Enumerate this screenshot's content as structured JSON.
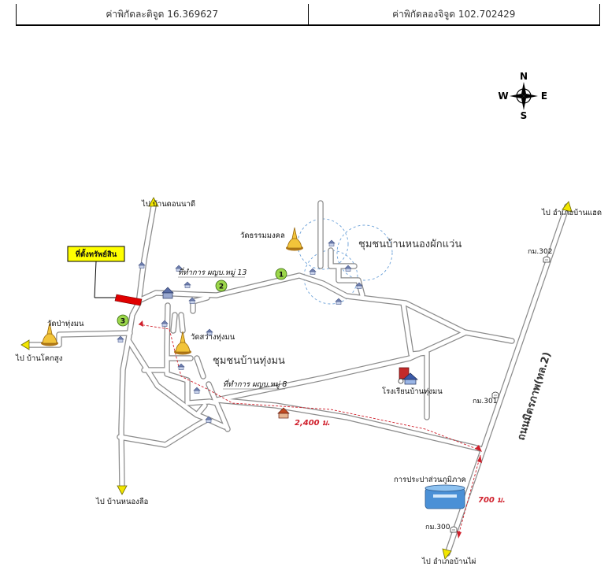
{
  "coordinates": {
    "latitude": "ค่าพิกัดละติจูด 16.369627",
    "longitude": "ค่าพิกัดลองจิจูด 102.702429"
  },
  "compass": {
    "n": "N",
    "s": "S",
    "e": "E",
    "w": "W"
  },
  "property_label": "ที่ตั้งทรัพย์สิน",
  "destinations": {
    "to_ban_don_na_di": "ไป บ้านดอนนาดี",
    "to_ban_khok_sung": "ไป บ้านโคกสูง",
    "to_ban_nong_lue": "ไป บ้านหนองลือ",
    "to_amphoe_ban_haet": "ไป อำเภอบ้านแฮด",
    "to_amphoe_ban_phai": "ไป อำเภอบ้านไผ่"
  },
  "places": {
    "wat_thammamongkhon": "วัดธรรมมงคล",
    "wat_pa_thung_mon": "วัดป่าทุ่งมน",
    "wat_sawang_thung_mon": "วัดสว่างทุ่งมน",
    "community_nong_phak_waen": "ชุมชนบ้านหนองผักแว่น",
    "community_thung_mon": "ชุมชนบ้านทุ่งมน",
    "office_moo13": "ที่ทำการ ผญบ.หมู่ 13",
    "office_moo8": "ที่ทำการ ผญบ.หมู่ 8",
    "school": "โรงเรียนบ้านทุ่งมน",
    "waterworks": "การประปาส่วนภูมิภาค",
    "highway": "ถนนมิตรภาพ(ทล.2)"
  },
  "km_markers": {
    "km302": "กม.302",
    "km301": "กม.301",
    "km300": "กม.300"
  },
  "distances": {
    "d1": "2,400 ม.",
    "d2": "700 ม."
  },
  "route_markers": [
    "1",
    "2",
    "3"
  ],
  "colors": {
    "road_fill": "#ffffff",
    "road_edge": "#8c8c8c",
    "arrow": "#f2e600",
    "property_marker": "#e00000",
    "label_box": "#ffff00",
    "route_circle": "#9bd64a",
    "distance_line": "#d0202c",
    "community_circle": "#6aa0d8"
  }
}
